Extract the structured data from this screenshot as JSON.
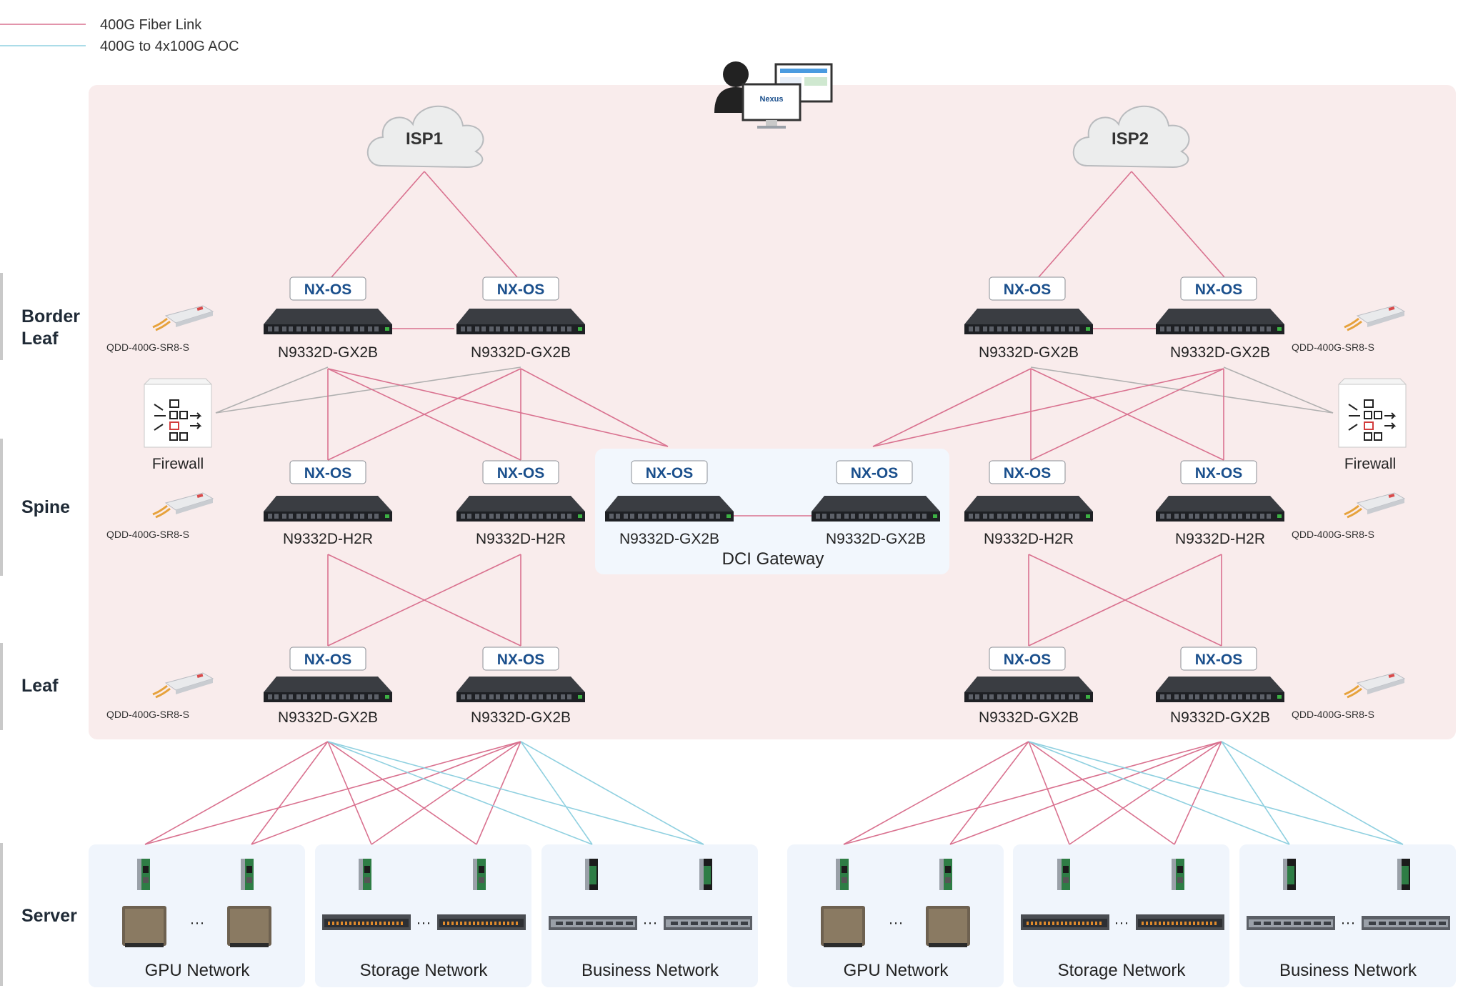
{
  "legend": {
    "fiber_label": "400G Fiber Link",
    "aoc_label": "400G to 4x100G AOC",
    "fiber_color": "#d9718f",
    "aoc_color": "#8fd0e0"
  },
  "layers": {
    "border_leaf_line1": "Border",
    "border_leaf_line2": "Leaf",
    "spine": "Spine",
    "leaf": "Leaf",
    "server": "Server"
  },
  "os_badge": "NX-OS",
  "monitor_label": "Nexus",
  "isp": {
    "left": "ISP1",
    "right": "ISP2"
  },
  "switches": {
    "border_leaf_model": "N9332D-GX2B",
    "spine_model": "N9332D-H2R",
    "leaf_model": "N9332D-GX2B",
    "dci_model": "N9332D-GX2B"
  },
  "dci_label": "DCI Gateway",
  "firewall_label": "Firewall",
  "optic_label": "QDD-400G-SR8-S",
  "ellipsis": "···",
  "server_groups": [
    "GPU Network",
    "Storage Network",
    "Business Network",
    "GPU Network",
    "Storage Network",
    "Business Network"
  ],
  "colors": {
    "zone_bg": "#f9ecec",
    "server_bg": "#f0f5fc",
    "dci_bg": "#f2f7fd",
    "badge_text": "#1a4f8c",
    "fiber": "#d9718f",
    "aoc": "#8fd0e0",
    "gray_link": "#b0b0b0"
  }
}
